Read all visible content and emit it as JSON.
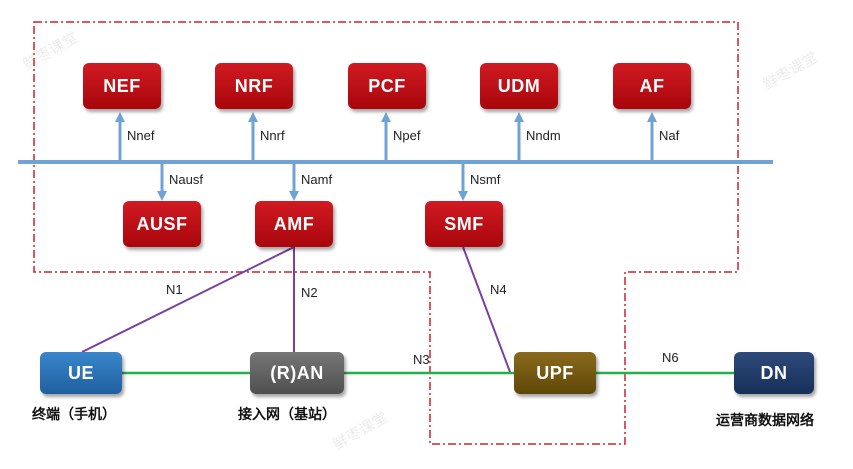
{
  "functions": {
    "nef": "NEF",
    "nrf": "NRF",
    "pcf": "PCF",
    "udm": "UDM",
    "af": "AF",
    "ausf": "AUSF",
    "amf": "AMF",
    "smf": "SMF",
    "ue": "UE",
    "ran": "(R)AN",
    "upf": "UPF",
    "dn": "DN"
  },
  "interfaces": {
    "nnef": "Nnef",
    "nnrf": "Nnrf",
    "npef": "Npef",
    "nndm": "Nndm",
    "naf": "Naf",
    "nausf": "Nausf",
    "namf": "Namf",
    "nsmf": "Nsmf",
    "n1": "N1",
    "n2": "N2",
    "n3": "N3",
    "n4": "N4",
    "n6": "N6"
  },
  "captions": {
    "ue": "终端（手机）",
    "ran": "接入网（基站）",
    "dn": "运营商数据网络"
  },
  "watermark": "鲜枣课堂",
  "colors": {
    "nf_red": "#c0101a",
    "ue_blue": "#2a72b8",
    "ran_gray": "#5f5f5f",
    "upf_brown": "#735a14",
    "dn_navy": "#1f3a66",
    "bus_blue": "#6ea3d3",
    "control_purple": "#7b3fa0",
    "user_green": "#22b04b",
    "boundary_red": "#d0202a"
  }
}
